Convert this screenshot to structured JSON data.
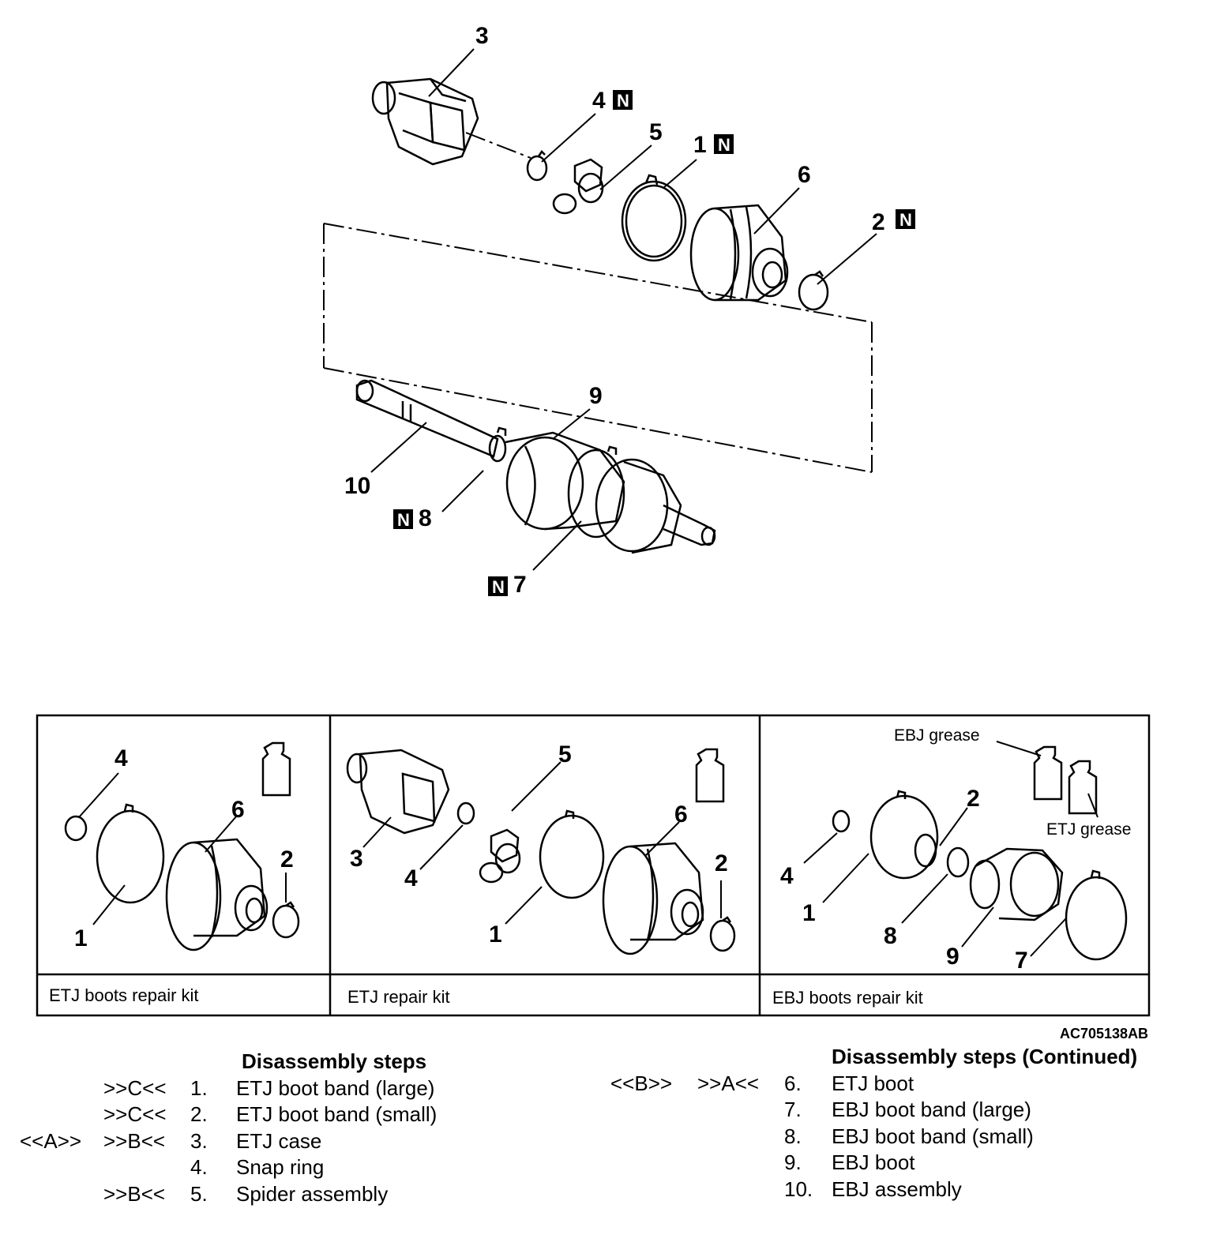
{
  "diagram": {
    "callouts": [
      "3",
      "4",
      "5",
      "1",
      "6",
      "2",
      "9",
      "10",
      "8",
      "7"
    ],
    "new_part_mark": "N"
  },
  "kits": [
    {
      "name": "ETJ boots repair kit",
      "callouts": [
        "4",
        "6",
        "2",
        "1"
      ]
    },
    {
      "name": "ETJ repair kit",
      "callouts": [
        "5",
        "6",
        "3",
        "4",
        "2",
        "1"
      ]
    },
    {
      "name": "EBJ boots repair kit",
      "callouts": [
        "2",
        "4",
        "1",
        "8",
        "9",
        "7"
      ],
      "labels": [
        "EBJ grease",
        "ETJ grease"
      ]
    }
  ],
  "figure_code": "AC705138AB",
  "steps_left": {
    "title": "Disassembly steps",
    "items": [
      {
        "pre": "",
        "proc": ">>C<<",
        "num": "1.",
        "text": "ETJ boot band (large)"
      },
      {
        "pre": "",
        "proc": ">>C<<",
        "num": "2.",
        "text": "ETJ boot band (small)"
      },
      {
        "pre": "<<A>>",
        "proc": ">>B<<",
        "num": "3.",
        "text": "ETJ case"
      },
      {
        "pre": "",
        "proc": "",
        "num": "4.",
        "text": "Snap ring"
      },
      {
        "pre": "",
        "proc": ">>B<<",
        "num": "5.",
        "text": "Spider assembly"
      }
    ]
  },
  "steps_right": {
    "title": "Disassembly steps (Continued)",
    "items": [
      {
        "pre": "<<B>>",
        "proc": ">>A<<",
        "num": "6.",
        "text": "ETJ boot"
      },
      {
        "pre": "",
        "proc": "",
        "num": "7.",
        "text": "EBJ boot band (large)"
      },
      {
        "pre": "",
        "proc": "",
        "num": "8.",
        "text": "EBJ boot band (small)"
      },
      {
        "pre": "",
        "proc": "",
        "num": "9.",
        "text": "EBJ boot"
      },
      {
        "pre": "",
        "proc": "",
        "num": "10.",
        "text": "EBJ assembly"
      }
    ]
  }
}
